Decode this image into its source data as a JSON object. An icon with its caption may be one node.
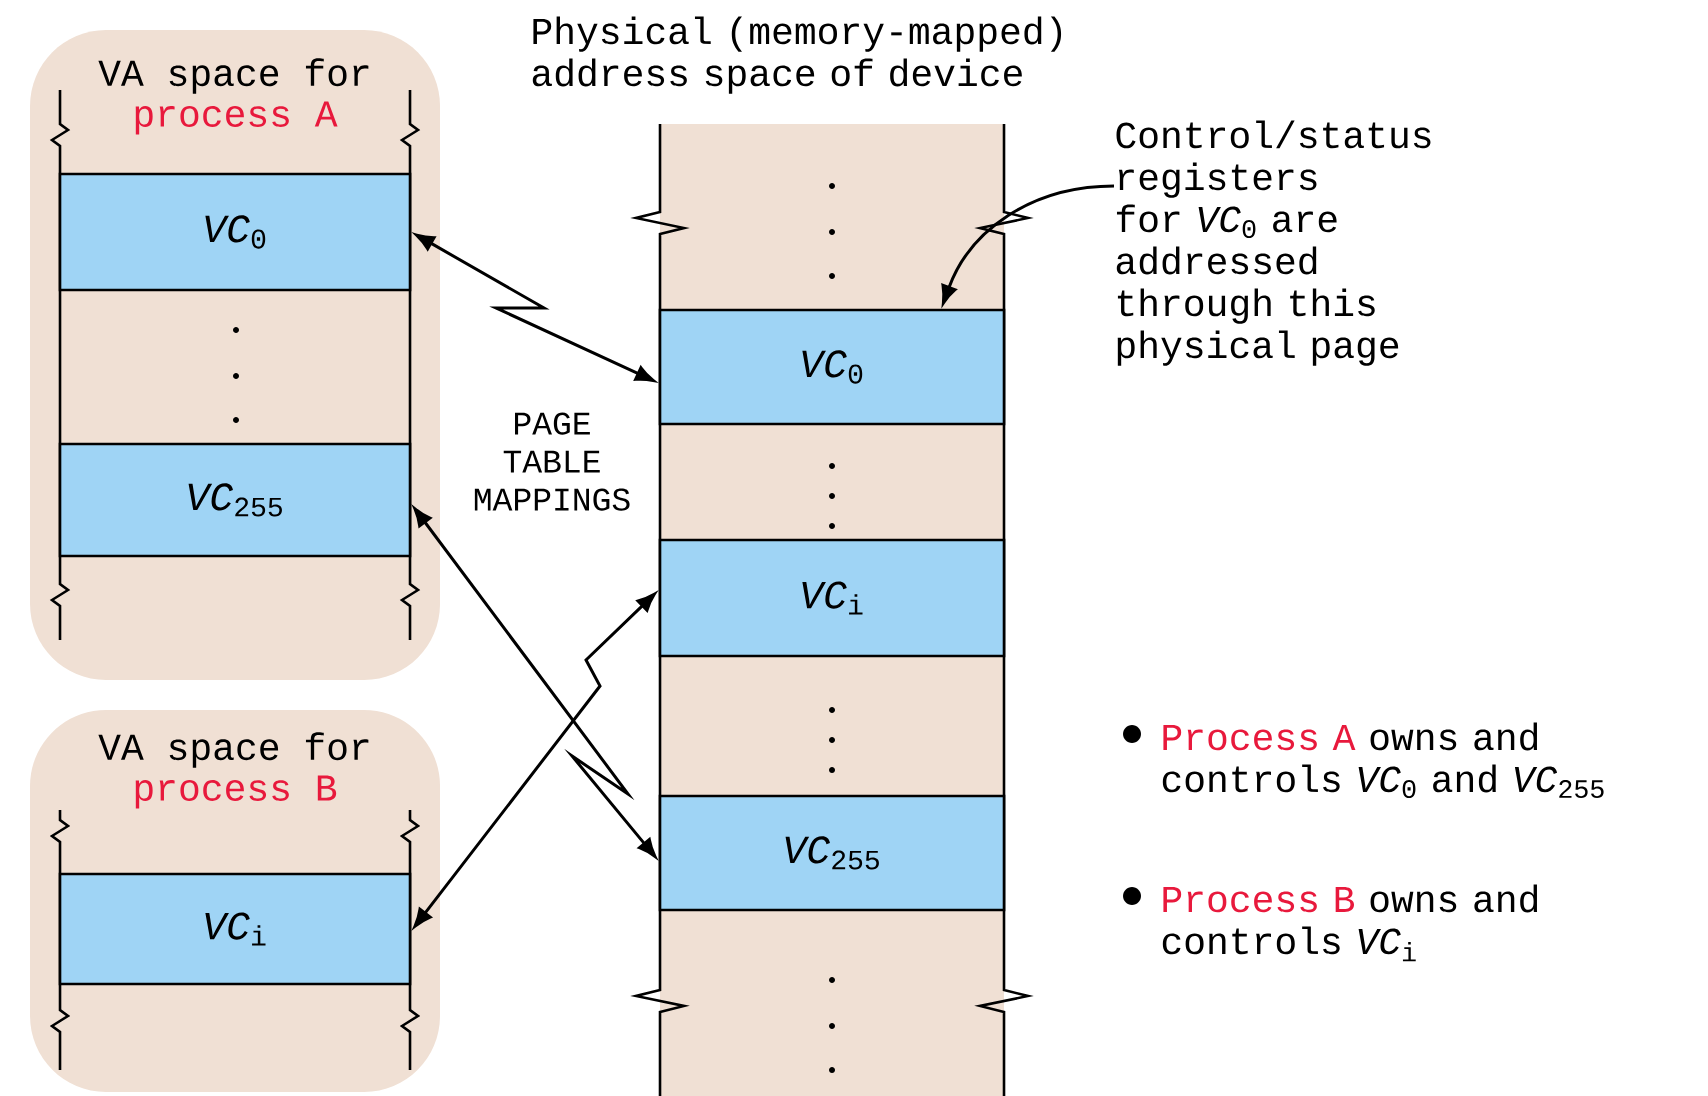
{
  "diagram": {
    "nodes": [
      {
        "text": [
          "VA space for",
          "process A"
        ]
      },
      {
        "text": [
          "*VC*$_{0}$"
        ],
        "in": 0
      },
      {
        "text": [
          "*VC*$_{255}$"
        ],
        "in": 0
      },
      {
        "text": [
          "VA space for",
          "process B"
        ]
      },
      {
        "text": [
          "*VC*$_{i}$"
        ],
        "in": 3
      },
      {
        "text": [
          "Physical (memory-mapped) address space of device"
        ]
      },
      {
        "text": [
          "*VC*$_{0}$"
        ],
        "in": 5
      },
      {
        "text": [
          "*VC*$_{i}$"
        ],
        "in": 5
      },
      {
        "text": [
          "*VC*$_{255}$"
        ],
        "in": 5
      },
      {
        "text": [
          "Control/status registers for *VC*$_{0}$ are addressed through this physical page"
        ]
      }
    ],
    "edges": [
      {
        "from": 1,
        "to": 6,
        "arrow": "both"
      },
      {
        "from": 2,
        "to": 8,
        "arrow": "both"
      },
      {
        "from": 4,
        "to": 7,
        "arrow": "both"
      },
      {
        "from": 9,
        "to": 6,
        "arrow": "to"
      }
    ],
    "labels": [
      "PAGE TABLE MAPPINGS",
      "Process A",
      "owns and controls *VC*$_{0}$ and *VC*$_{255}$",
      "Process B",
      "owns and controls *VC*$_{i}$"
    ]
  }
}
